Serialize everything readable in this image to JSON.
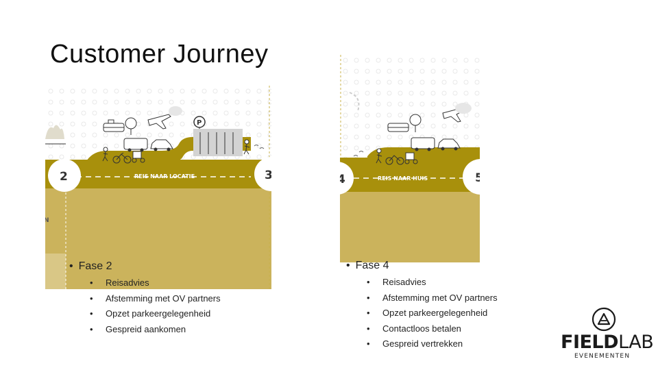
{
  "slide": {
    "title": "Customer Journey"
  },
  "colors": {
    "road": "#a8900c",
    "ground": "#cbb35c",
    "ground_light": "#d9c786",
    "text": "#222222"
  },
  "left_panel": {
    "road_label": "REIS NAAR LOCATIE",
    "stage_left": "2",
    "stage_right": "3",
    "edge_letter": "N",
    "parking_sign": "P"
  },
  "right_panel": {
    "road_label": "REIS NAAR HUIS",
    "stage_left": "4",
    "stage_right": "5"
  },
  "fase2": {
    "heading": "Fase 2",
    "items": [
      "Reisadvies",
      "Afstemming met OV partners",
      "Opzet parkeergelegenheid",
      "Gespreid aankomen"
    ]
  },
  "fase4": {
    "heading": "Fase 4",
    "items": [
      "Reisadvies",
      "Afstemming met OV partners",
      "Opzet parkeergelegenheid",
      "Contactloos betalen",
      "Gespreid vertrekken"
    ]
  },
  "logo": {
    "word_bold": "FIELD",
    "word_light": "LAB",
    "sub": "EVENEMENTEN"
  }
}
